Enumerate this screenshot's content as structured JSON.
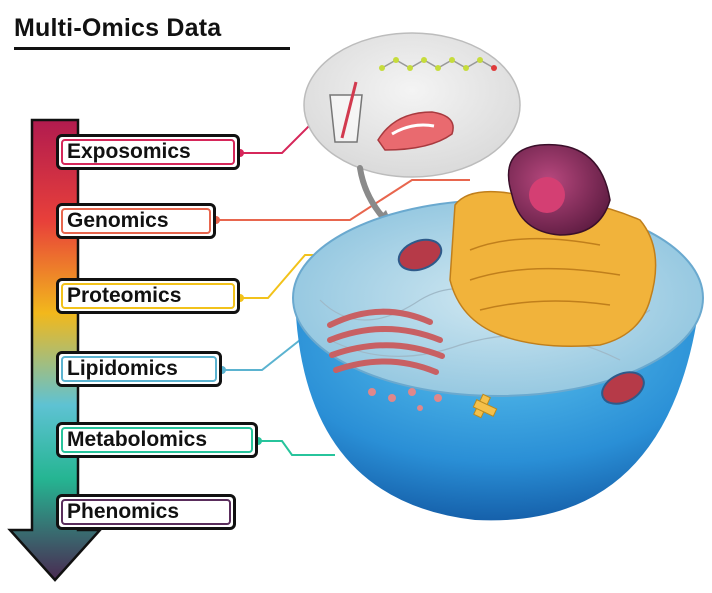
{
  "title": "Multi-Omics Data",
  "layers": [
    {
      "label": "Exposomics",
      "color": "#d6275a"
    },
    {
      "label": "Genomics",
      "color": "#e8664e"
    },
    {
      "label": "Proteomics",
      "color": "#f2c21b"
    },
    {
      "label": "Lipidomics",
      "color": "#5bb3d0"
    },
    {
      "label": "Metabolomics",
      "color": "#27c49c"
    },
    {
      "label": "Phenomics",
      "color": "#5a2d5c"
    }
  ],
  "gradient_colors": [
    "#b11b4f",
    "#e8403a",
    "#f2b81c",
    "#5ec2d3",
    "#25b592",
    "#4a2a52"
  ]
}
